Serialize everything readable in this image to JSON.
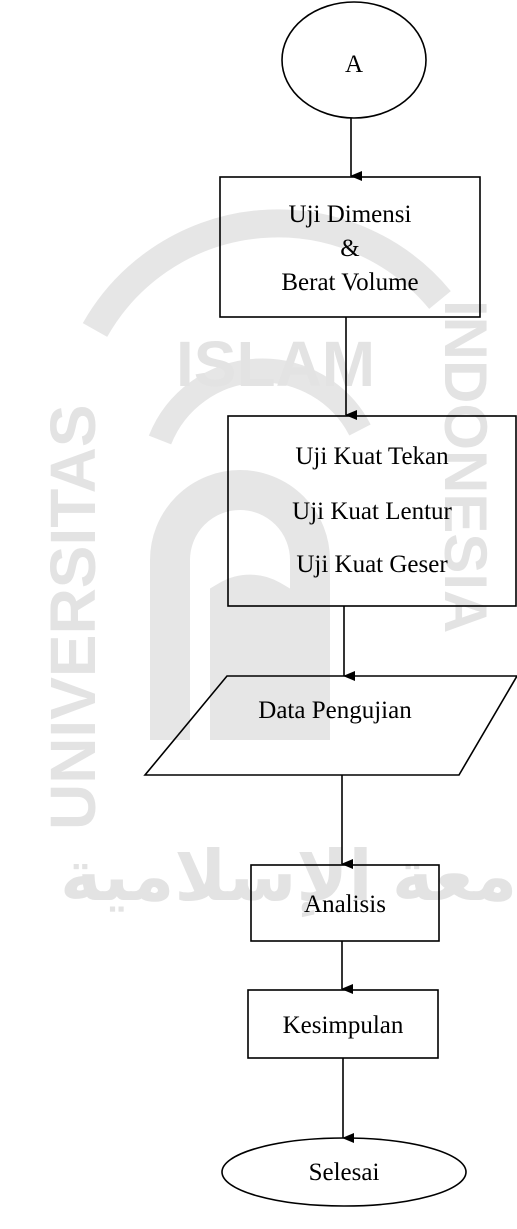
{
  "flowchart": {
    "connector": {
      "label": "A"
    },
    "dimension_test": {
      "line1": "Uji Dimensi",
      "line2": "&",
      "line3": "Berat Volume"
    },
    "strength_tests": {
      "line1": "Uji Kuat Tekan",
      "line2": "Uji Kuat Lentur",
      "line3": "Uji Kuat Geser"
    },
    "test_data": {
      "label": "Data Pengujian"
    },
    "analysis": {
      "label": "Analisis"
    },
    "conclusion": {
      "label": "Kesimpulan"
    },
    "end": {
      "label": "Selesai"
    }
  },
  "watermark": {
    "left_text": "UNIVERSITAS",
    "top_text": "ISLAM",
    "right_text": "INDONESIA",
    "arabic_text": "الجامعة الإسلامية"
  },
  "colors": {
    "stroke": "#000000",
    "watermark": "#e3e3e3"
  }
}
